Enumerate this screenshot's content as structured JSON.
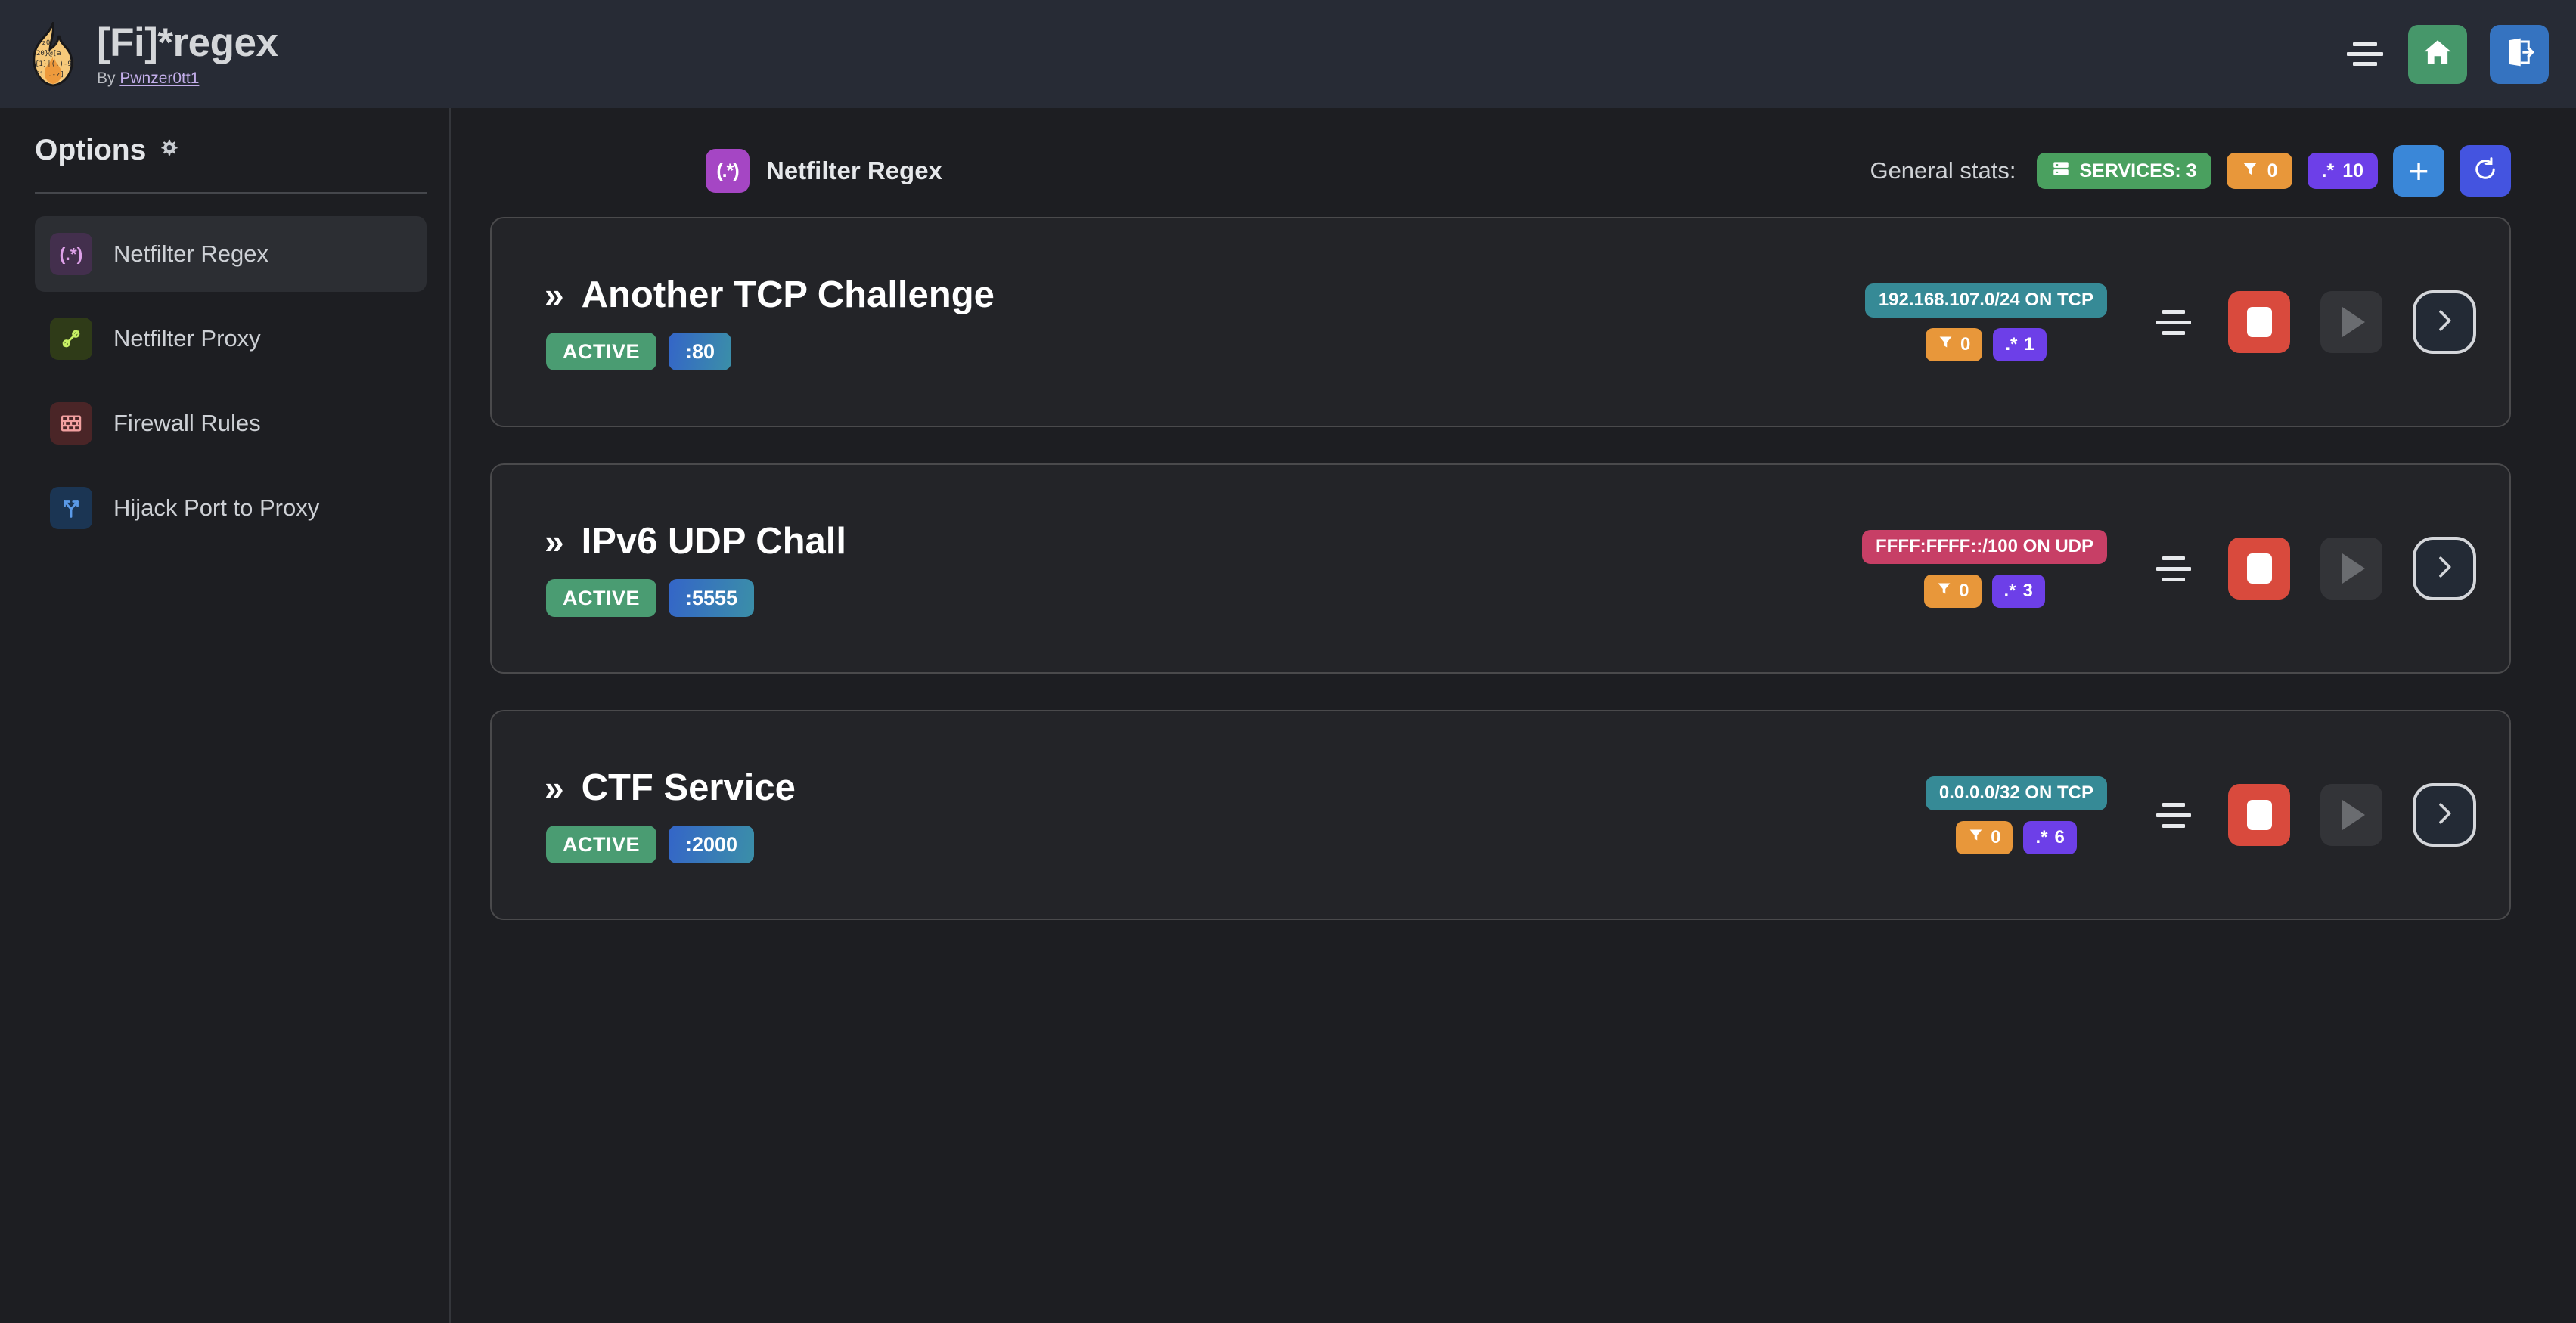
{
  "header": {
    "title": "[Fi]*regex",
    "by_prefix": "By ",
    "author": "Pwnzer0tt1",
    "logo_icon": "flame-regex-logo",
    "menu_icon": "hamburger-icon",
    "home_icon": "home-icon",
    "logout_icon": "logout-icon"
  },
  "sidebar": {
    "title": "Options",
    "title_icon": "gear-icon",
    "items": [
      {
        "label": "Netfilter Regex",
        "icon": "regex-icon",
        "icon_text": "(.*)",
        "active": true
      },
      {
        "label": "Netfilter Proxy",
        "icon": "plug-icon",
        "icon_text": "",
        "active": false
      },
      {
        "label": "Firewall Rules",
        "icon": "brick-wall-icon",
        "icon_text": "",
        "active": false
      },
      {
        "label": "Hijack Port to Proxy",
        "icon": "fork-arrow-icon",
        "icon_text": "",
        "active": false
      }
    ]
  },
  "main": {
    "page_icon": "regex-icon",
    "page_icon_text": "(.*)",
    "page_title": "Netfilter Regex",
    "stats_label": "General stats:",
    "stats": {
      "services_icon": "server-icon",
      "services_label": "SERVICES: 3",
      "filter_icon": "funnel-icon",
      "filter_count": "0",
      "regex_icon": "regex-dot-star",
      "regex_icon_text": ".*",
      "regex_count": "10"
    },
    "add_button_label": "+",
    "add_icon": "plus-icon",
    "refresh_icon": "refresh-icon"
  },
  "colors": {
    "page_bg": "#1d1e22",
    "topbar_bg": "#272b35",
    "card_bg": "#232428",
    "card_border": "#4a4a4c",
    "accent_purple": "#a546c4",
    "green": "#4aa05f",
    "orange": "#e8973a",
    "violet": "#6d3fe8",
    "teal": "#368a96",
    "crimson": "#c73f66",
    "red": "#d94a3d",
    "blue": "#3a87d8",
    "indigo": "#4454e0",
    "active_green": "#4a9c72"
  },
  "services": [
    {
      "chevron": "»",
      "name": "Another TCP Challenge",
      "status": "ACTIVE",
      "port": ":80",
      "network": "192.168.107.0/24 ON TCP",
      "network_kind": "tcp",
      "filter_count": "0",
      "regex_count": "1",
      "regex_icon_text": ".*",
      "menu_icon": "hamburger-icon",
      "stop_icon": "stop-icon",
      "play_icon": "play-icon",
      "detail_icon": "chevron-right-icon"
    },
    {
      "chevron": "»",
      "name": "IPv6 UDP Chall",
      "status": "ACTIVE",
      "port": ":5555",
      "network": "FFFF:FFFF::/100 ON UDP",
      "network_kind": "udp",
      "filter_count": "0",
      "regex_count": "3",
      "regex_icon_text": ".*",
      "menu_icon": "hamburger-icon",
      "stop_icon": "stop-icon",
      "play_icon": "play-icon",
      "detail_icon": "chevron-right-icon"
    },
    {
      "chevron": "»",
      "name": "CTF Service",
      "status": "ACTIVE",
      "port": ":2000",
      "network": "0.0.0.0/32 ON TCP",
      "network_kind": "tcp",
      "filter_count": "0",
      "regex_count": "6",
      "regex_icon_text": ".*",
      "menu_icon": "hamburger-icon",
      "stop_icon": "stop-icon",
      "play_icon": "play-icon",
      "detail_icon": "chevron-right-icon"
    }
  ]
}
